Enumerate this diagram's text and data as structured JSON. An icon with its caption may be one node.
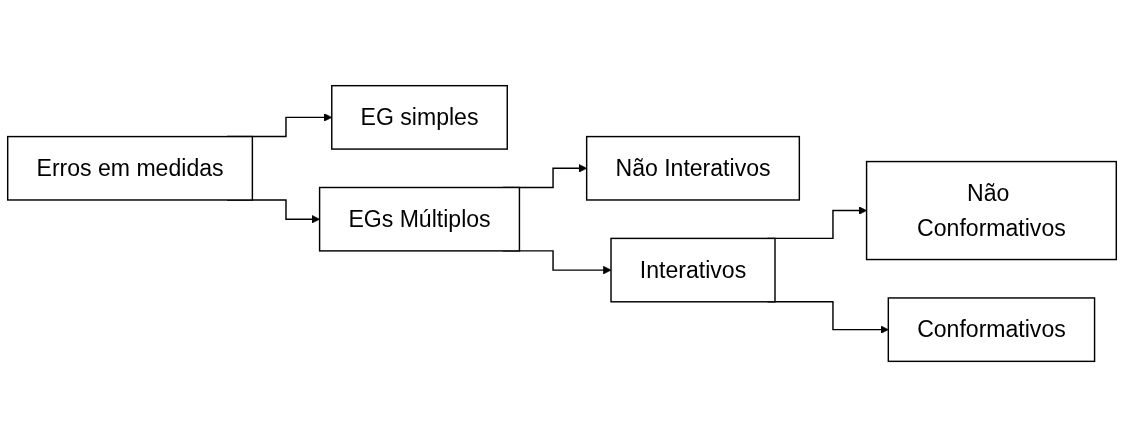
{
  "diagram": {
    "nodes": [
      {
        "text": [
          "Erros em medidas"
        ]
      },
      {
        "text": [
          "EG simples"
        ]
      },
      {
        "text": [
          "EGs Múltiplos"
        ]
      },
      {
        "text": [
          "Não Interativos"
        ]
      },
      {
        "text": [
          "Interativos"
        ]
      },
      {
        "text": [
          "Não Conformativos"
        ]
      },
      {
        "text": [
          "Conformativos"
        ]
      }
    ],
    "edges": [
      {
        "from": 0,
        "to": 1,
        "arrow": "to"
      },
      {
        "from": 0,
        "to": 2,
        "arrow": "to"
      },
      {
        "from": 2,
        "to": 3,
        "arrow": "to"
      },
      {
        "from": 2,
        "to": 4,
        "arrow": "to"
      },
      {
        "from": 4,
        "to": 5,
        "arrow": "to"
      },
      {
        "from": 4,
        "to": 6,
        "arrow": "to"
      }
    ]
  }
}
